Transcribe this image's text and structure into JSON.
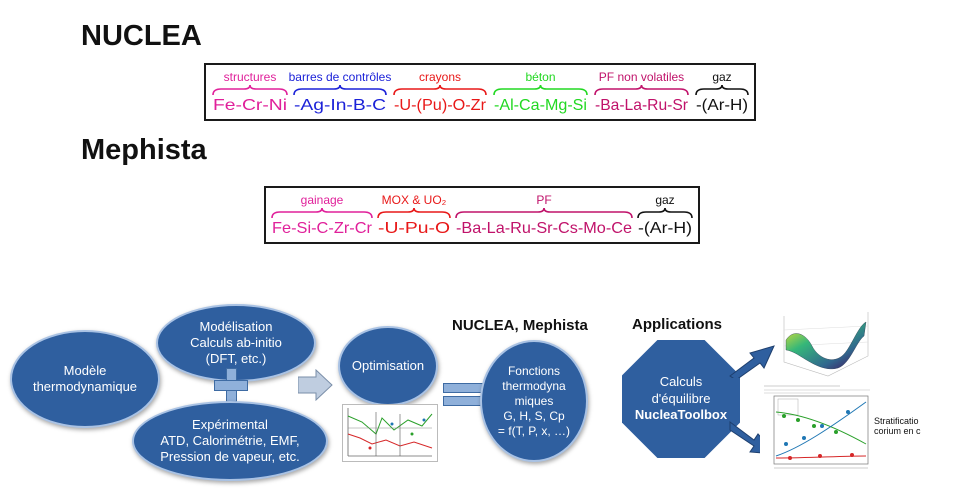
{
  "nuclea": {
    "title": "NUCLEA",
    "groups": [
      {
        "label": "structures",
        "value": "Fe-Cr-Ni",
        "color": "#e0209a"
      },
      {
        "label": "barres de contrôles",
        "value": "-Ag-In-B-C",
        "color": "#1c22d8"
      },
      {
        "label": "crayons",
        "value": "-U-(Pu)-O-Zr",
        "color": "#e81818"
      },
      {
        "label": "béton",
        "value": "-Al-Ca-Mg-Si",
        "color": "#22d822"
      },
      {
        "label": "PF non volatiles",
        "value": "-Ba-La-Ru-Sr",
        "color": "#c0126a"
      },
      {
        "label": "gaz",
        "value": "-(Ar-H)",
        "color": "#111111"
      }
    ]
  },
  "mephista": {
    "title": "Mephista",
    "groups": [
      {
        "label": "gainage",
        "value": "Fe-Si-C-Zr-Cr",
        "color": "#e0209a"
      },
      {
        "label": "MOX & UO₂",
        "value": "-U-Pu-O",
        "color": "#e81818"
      },
      {
        "label": "PF",
        "value": "-Ba-La-Ru-Sr-Cs-Mo-Ce",
        "color": "#c0126a"
      },
      {
        "label": "gaz",
        "value": "-(Ar-H)",
        "color": "#111111"
      }
    ]
  },
  "flow": {
    "modele": "Modèle\nthermodynamique",
    "modelisation": "Modélisation\nCalculs ab-initio\n(DFT, etc.)",
    "experimental": "Expérimental\nATD, Calorimétrie, EMF,\nPression de vapeur, etc.",
    "optimisation": "Optimisation",
    "fonctions": "Fonctions\nthermodyna\nmiques\nG, H, S, Cp\n= f(T, P, x, …)",
    "databases_heading": "NUCLEA, Mephista",
    "applications_heading": "Applications",
    "calculs_line1": "Calculs",
    "calculs_line2": "d'équilibre",
    "calculs_tool": "NucleaToolbox",
    "stratification": "Stratificatio\ncorium en c"
  },
  "colors": {
    "node_fill": "#2f5f9f",
    "node_border": "#a9c2e4",
    "arrow_fill": "#bfcde0"
  }
}
